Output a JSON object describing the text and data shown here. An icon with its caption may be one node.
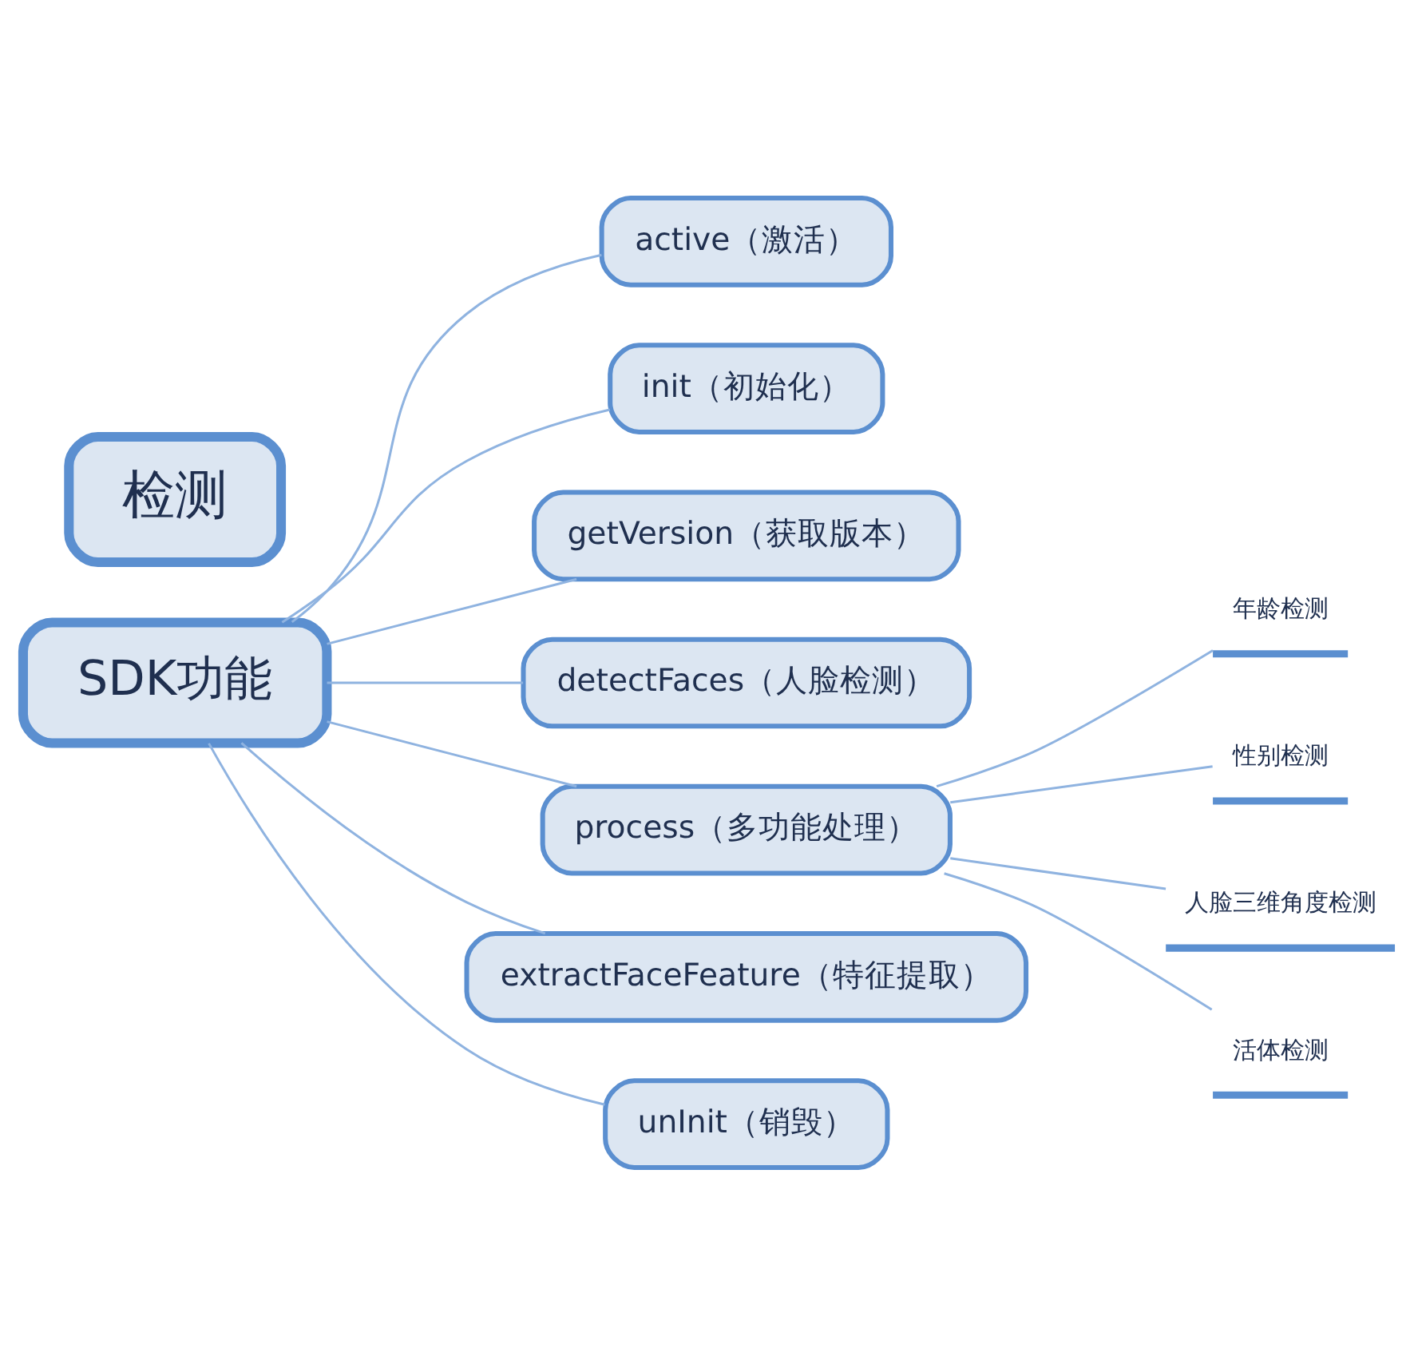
{
  "diagram": {
    "nodes": [
      {
        "text": [
          "SDK功能"
        ]
      },
      {
        "text": [
          "active（激活）"
        ]
      },
      {
        "text": [
          "init（初始化）"
        ]
      },
      {
        "text": [
          "getVersion（获取版本）"
        ]
      },
      {
        "text": [
          "detectFaces（人脸检测）"
        ]
      },
      {
        "text": [
          "process（多功能处理）"
        ]
      },
      {
        "text": [
          "extractFaceFeature（特征提取）"
        ]
      },
      {
        "text": [
          "unInit（销毁）"
        ]
      },
      {
        "text": [
          "年龄检测"
        ]
      },
      {
        "text": [
          "性别检测"
        ]
      },
      {
        "text": [
          "人脸三维角度检测"
        ]
      },
      {
        "text": [
          "活体检测"
        ]
      },
      {
        "text": [
          "检测"
        ]
      }
    ],
    "edges": [
      {
        "from": 0,
        "to": 1,
        "arrow": "none"
      },
      {
        "from": 0,
        "to": 2,
        "arrow": "none"
      },
      {
        "from": 0,
        "to": 3,
        "arrow": "none"
      },
      {
        "from": 0,
        "to": 4,
        "arrow": "none"
      },
      {
        "from": 0,
        "to": 5,
        "arrow": "none"
      },
      {
        "from": 0,
        "to": 6,
        "arrow": "none"
      },
      {
        "from": 0,
        "to": 7,
        "arrow": "none"
      },
      {
        "from": 5,
        "to": 8,
        "arrow": "none"
      },
      {
        "from": 5,
        "to": 9,
        "arrow": "none"
      },
      {
        "from": 5,
        "to": 10,
        "arrow": "none"
      },
      {
        "from": 5,
        "to": 11,
        "arrow": "none"
      }
    ]
  }
}
